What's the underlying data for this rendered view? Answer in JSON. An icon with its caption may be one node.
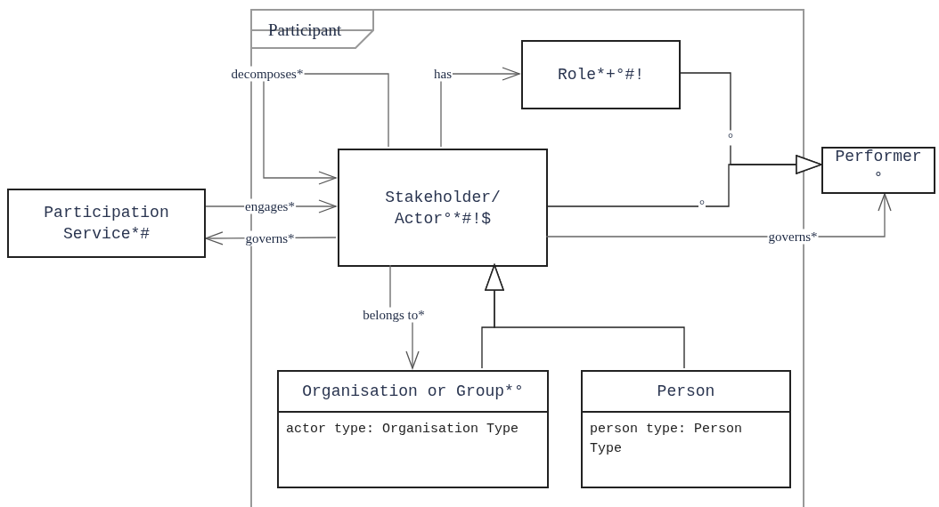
{
  "diagram": {
    "nodes": [
      {
        "text": [
          "Participant"
        ]
      },
      {
        "text": [
          "Role*+°#!"
        ],
        "in": 0
      },
      {
        "text": [
          "Stakeholder/ Actor°*#!$"
        ],
        "in": 0
      },
      {
        "text": [
          "Participation Service*#"
        ]
      },
      {
        "text": [
          "Performer °"
        ]
      },
      {
        "text": [
          "Organisation or Group*°",
          "actor type: Organisation Type"
        ],
        "in": 0
      },
      {
        "text": [
          "Person",
          "person type: Person Type"
        ],
        "in": 0
      }
    ],
    "edges": [
      {
        "from": 2,
        "to": 2,
        "arrow": "to",
        "label": "decomposes*"
      },
      {
        "from": 2,
        "to": 1,
        "arrow": "to",
        "label": "has"
      },
      {
        "from": 3,
        "to": 2,
        "arrow": "to",
        "label": "engages*"
      },
      {
        "from": 2,
        "to": 3,
        "arrow": "to",
        "label": "governs*"
      },
      {
        "from": 1,
        "to": 4,
        "arrow": "to",
        "label": "°"
      },
      {
        "from": 2,
        "to": 4,
        "arrow": "to",
        "label": "°"
      },
      {
        "from": 2,
        "to": 4,
        "arrow": "to",
        "label": "governs*"
      },
      {
        "from": 2,
        "to": 5,
        "arrow": "to",
        "label": "belongs to*"
      },
      {
        "from": 5,
        "to": 2,
        "arrow": "to"
      },
      {
        "from": 6,
        "to": 2,
        "arrow": "to"
      }
    ]
  }
}
